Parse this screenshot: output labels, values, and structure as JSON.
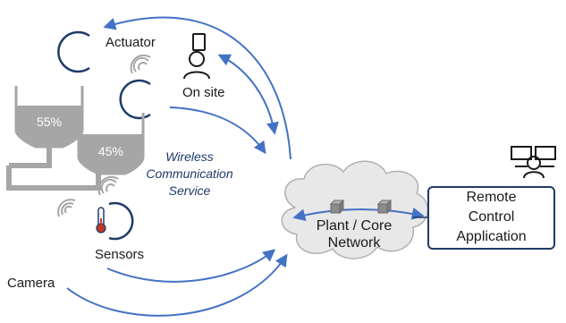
{
  "labels": {
    "actuator": "Actuator",
    "on_site": "On site",
    "wireless": [
      "Wireless",
      "Communication",
      "Service"
    ],
    "sensors": "Sensors",
    "camera": "Camera",
    "network": [
      "Plant / Core",
      "Network"
    ],
    "remote": [
      "Remote",
      "Control",
      "Application"
    ]
  },
  "tanks": {
    "left_level": "55%",
    "right_level": "45%"
  },
  "icons": {
    "actuator_left": "actuator-ring-icon",
    "actuator_right": "actuator-ring-icon",
    "wifi": "wireless-signal-icon",
    "sensor": "thermometer-icon",
    "onsite": "operator-with-tablet-icon",
    "remote": "operator-at-monitors-icon",
    "nodes": "network-node-icon"
  },
  "colors": {
    "arrow": "#4472c4",
    "dark_blue": "#1f3a68",
    "tank_fill": "#a6a6a6",
    "cloud_fill": "#e8e8e8",
    "cloud_stroke": "#b0b0b0"
  }
}
